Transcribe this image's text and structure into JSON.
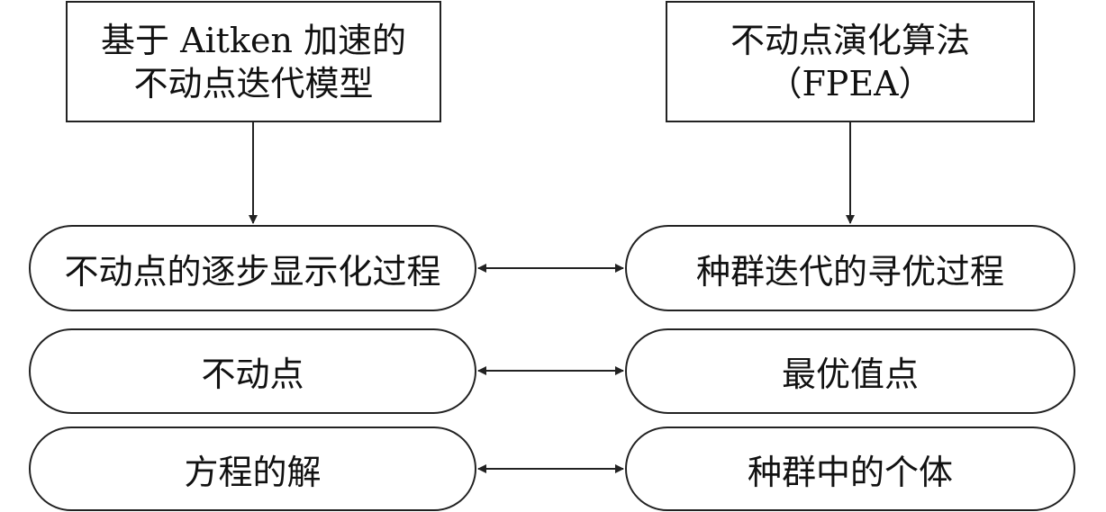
{
  "left_header": {
    "line1": "基于 Aitken 加速的",
    "line2": "不动点迭代模型"
  },
  "right_header": {
    "line1": "不动点演化算法",
    "line2": "（FPEA）"
  },
  "rows": [
    {
      "left": "不动点的逐步显示化过程",
      "right": "种群迭代的寻优过程"
    },
    {
      "left": "不动点",
      "right": "最优值点"
    },
    {
      "left": "方程的解",
      "right": "种群中的个体"
    }
  ]
}
